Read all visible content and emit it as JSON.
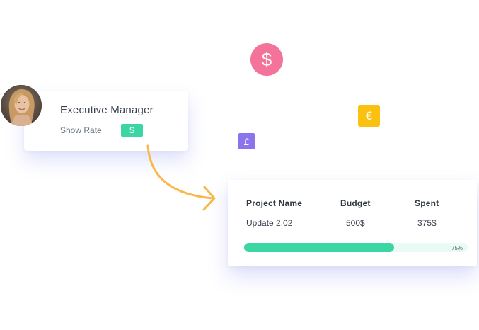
{
  "badges": {
    "dollar_symbol": "$",
    "euro_symbol": "€",
    "pound_symbol": "£",
    "dollar_color": "#f4739b",
    "euro_color": "#fbc111",
    "pound_color": "#8c74ec"
  },
  "manager_card": {
    "title": "Executive Manager",
    "show_rate_label": "Show Rate",
    "rate_button_symbol": "$",
    "rate_button_color": "#3cd6a4",
    "avatar_icon": "person-avatar"
  },
  "arrow": {
    "icon": "curved-arrow-icon",
    "color": "#f8b84a"
  },
  "project_card": {
    "headers": {
      "name": "Project  Name",
      "budget": "Budget",
      "spent": "Spent"
    },
    "row": {
      "name": "Update 2.02",
      "budget": "500$",
      "spent": "375$"
    },
    "progress": {
      "percent": 67,
      "label": "75%",
      "color": "#3ad6a3"
    }
  }
}
